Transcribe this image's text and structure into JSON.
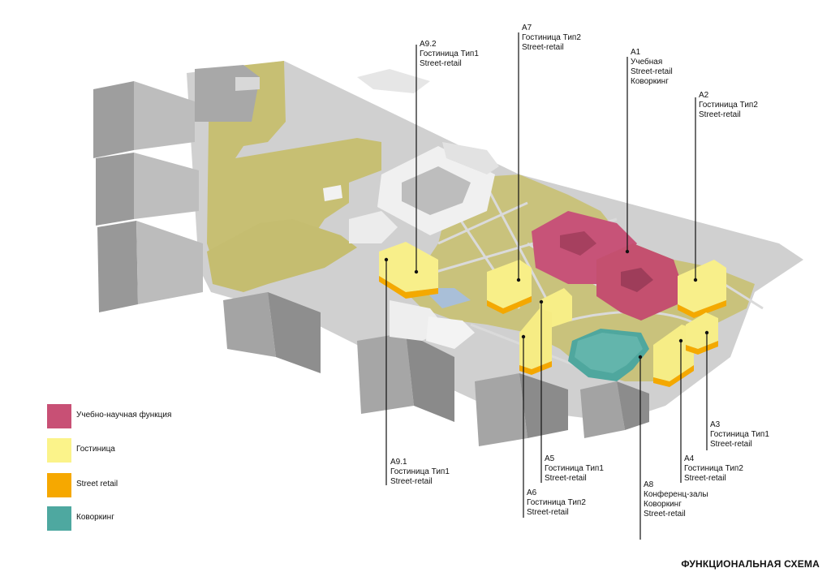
{
  "title": "ФУНКЦИОНАЛЬНАЯ СХЕМА",
  "colors": {
    "education": "#c85075",
    "hotel": "#fbf38a",
    "retail": "#f6a800",
    "coworking": "#4ea8a0",
    "ground": "#c9c07a",
    "ground_dark": "#b9b067",
    "paving": "#cfcfcf",
    "building_gray": "#9c9c9c",
    "building_light": "#e9e9e9"
  },
  "legend": [
    {
      "label": "Учебно-научная функция",
      "color_key": "education"
    },
    {
      "label": "Гостиница",
      "color_key": "hotel"
    },
    {
      "label": "Street retail",
      "color_key": "retail"
    },
    {
      "label": "Коворкинг",
      "color_key": "coworking"
    }
  ],
  "callouts": {
    "a92": [
      "А9.2",
      "Гостиница Тип1",
      "Street-retail"
    ],
    "a7": [
      "А7",
      "Гостиница Тип2",
      "Street-retail"
    ],
    "a1": [
      "А1",
      "Учебная",
      "Street-retail",
      "Коворкинг"
    ],
    "a2": [
      "А2",
      "Гостиница Тип2",
      "Street-retail"
    ],
    "a91": [
      "А9.1",
      "Гостиница Тип1",
      "Street-retail"
    ],
    "a5": [
      "А5",
      "Гостиница Тип1",
      "Street-retail"
    ],
    "a6": [
      "А6",
      "Гостиница Тип2",
      "Street-retail"
    ],
    "a8": [
      "А8",
      "Конференц-залы",
      "Коворкинг",
      "Street-retail"
    ],
    "a4": [
      "А4",
      "Гостиница Тип2",
      "Street-retail"
    ],
    "a3": [
      "А3",
      "Гостиница Тип1",
      "Street-retail"
    ]
  }
}
